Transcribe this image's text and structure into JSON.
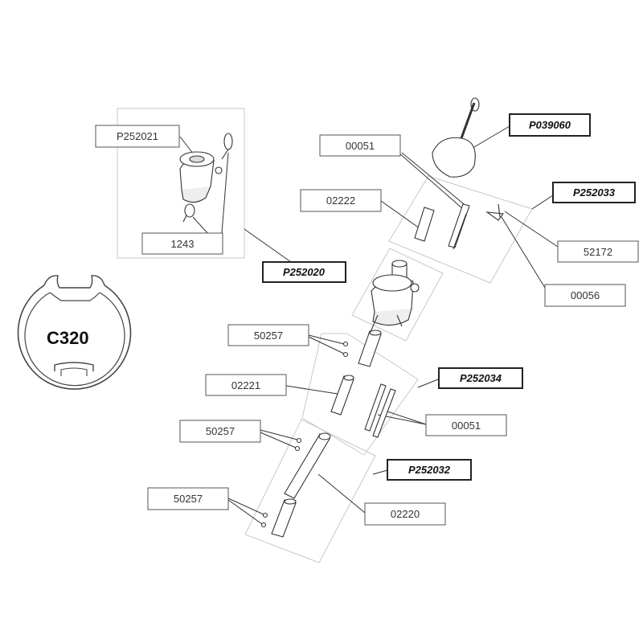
{
  "profile": {
    "label": "C320"
  },
  "parts": {
    "p252021": "P252021",
    "n1243": "1243",
    "p252020": "P252020",
    "n00051_top": "00051",
    "p039060": "P039060",
    "n02222": "02222",
    "p252033": "P252033",
    "n52172": "52172",
    "n00056": "00056",
    "n50257_a": "50257",
    "n02221": "02221",
    "p252034": "P252034",
    "n00051_mid": "00051",
    "n50257_b": "50257",
    "p252032": "P252032",
    "n50257_c": "50257",
    "n02220": "02220"
  }
}
